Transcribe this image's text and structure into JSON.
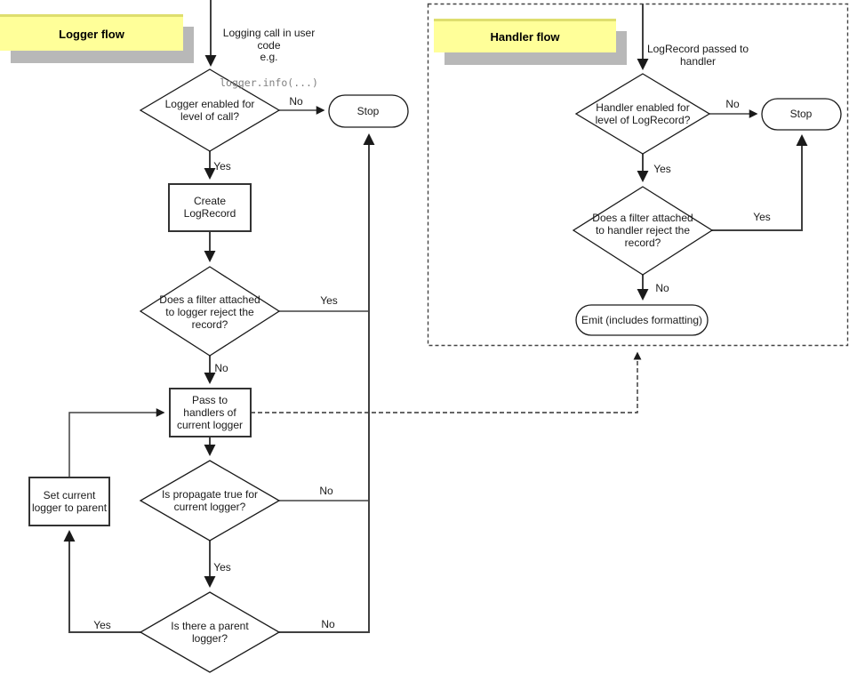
{
  "logger_flow": {
    "sticky_label": "Logger flow",
    "entry": {
      "text": "Logging call in user\ncode\ne.g.",
      "code": "logger.info(...)"
    },
    "nodes": {
      "level_check": "Logger enabled for\nlevel of call?",
      "stop": "Stop",
      "create_record": "Create\nLogRecord",
      "filter_check": "Does a filter attached\nto logger reject the\nrecord?",
      "pass_to_handlers": "Pass to\nhandlers of\ncurrent logger",
      "propagate_check": "Is propagate true for\ncurrent logger?",
      "parent_check": "Is there a parent\nlogger?",
      "set_current": "Set current\nlogger to parent"
    },
    "edges": {
      "level_no": "No",
      "level_yes": "Yes",
      "filter_yes": "Yes",
      "filter_no": "No",
      "propagate_no": "No",
      "propagate_yes": "Yes",
      "parent_yes": "Yes",
      "parent_no": "No"
    }
  },
  "handler_flow": {
    "sticky_label": "Handler flow",
    "entry": {
      "text": "LogRecord passed to\nhandler"
    },
    "nodes": {
      "level_check": "Handler enabled for\nlevel of LogRecord?",
      "stop": "Stop",
      "filter_check": "Does a filter attached\nto handler reject the\nrecord?",
      "emit": "Emit (includes formatting)"
    },
    "edges": {
      "level_no": "No",
      "level_yes": "Yes",
      "filter_yes": "Yes",
      "filter_no": "No"
    }
  },
  "colors": {
    "sticky": "#ffff99",
    "sticky_shadow": "#b8b8b8",
    "connector": "#404040",
    "code_text": "#808080"
  }
}
